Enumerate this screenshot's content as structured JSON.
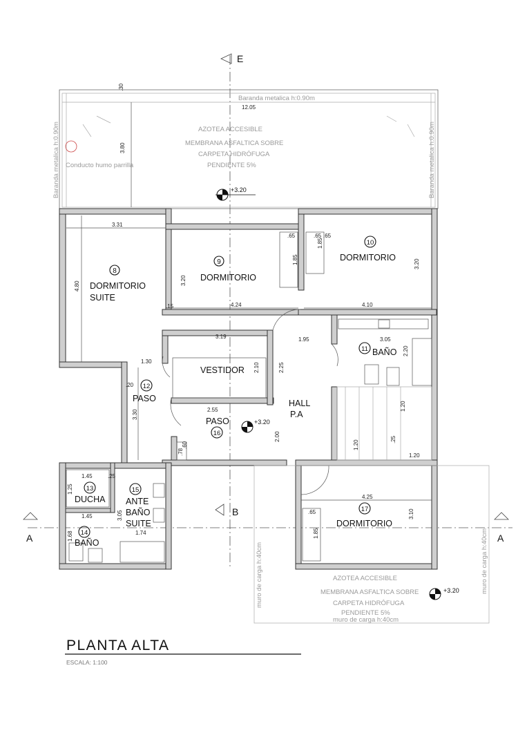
{
  "title": "PLANTA ALTA",
  "scale": "ESCALA: 1:100",
  "section_marks": {
    "a": "A",
    "b": "B",
    "e": "E"
  },
  "level": "+3.20",
  "rooms": [
    {
      "num": "8",
      "name": "DORMITORIO",
      "name2": "SUITE"
    },
    {
      "num": "9",
      "name": "DORMITORIO"
    },
    {
      "num": "10",
      "name": "DORMITORIO"
    },
    {
      "num": "11",
      "name": "BAÑO"
    },
    {
      "num": "12",
      "name": "PASO"
    },
    {
      "num": "13",
      "name": "DUCHA"
    },
    {
      "num": "14",
      "name": "BAÑO"
    },
    {
      "num": "15",
      "name": "ANTE",
      "name2": "BAÑO",
      "name3": "SUITE"
    },
    {
      "num": "16",
      "name": "PASO"
    },
    {
      "num": "17",
      "name": "DORMITORIO"
    }
  ],
  "labels": {
    "vestidor": "VESTIDOR",
    "hall": "HALL",
    "hall2": "P.A"
  },
  "terrace_top": {
    "line1": "AZOTEA ACCESIBLE",
    "line2": "MEMBRANA ASFALTICA SOBRE",
    "line3": "CARPETA HIDRÓFUGA",
    "line4": "PENDIENTE 5%"
  },
  "terrace_bottom": {
    "line1": "AZOTEA ACCESIBLE",
    "line2": "MEMBRANA ASFALTICA SOBRE",
    "line3": "CARPETA HIDRÓFUGA",
    "line4": "PENDIENTE 5%",
    "muro": "muro de carga h:40cm"
  },
  "notes": {
    "baranda_top": "Baranda metalica h:0.90m",
    "baranda_side": "Baranda metalica h:0.90m",
    "conducto": "Conducto humo parrilla"
  },
  "dims": {
    "d1205": "12.05",
    "d380": "3.80",
    "d331": "3.31",
    "d480": "4.80",
    "d320a": "3.20",
    "d424": "4.24",
    "d410": "4.10",
    "d320b": "3.20",
    "d319": "3.19",
    "d210": "2.10",
    "d225": "2.25",
    "d195": "1.95",
    "d305": "3.05",
    "d220": "2.20",
    "d130": "1.30",
    "d330": "3.30",
    "d255": "2.55",
    "d200": "2.00",
    "d120a": "1.20",
    "d120b": "1.20",
    "d120c": "1.20",
    "d25": ".25",
    "d145a": "1.45",
    "d145b": "1.45",
    "d125": "1.25",
    "d168": "1.68",
    "d305b": "3.05",
    "d174": "1.74",
    "d425": "4.25",
    "d310": "3.10",
    "d185a": "1.85",
    "d185b": "1.85",
    "d185c": "1.85",
    "d65a": ".65",
    "d65b": ".65",
    "d65c": ".65",
    "d65d": ".65",
    "d78": ".78",
    "d60": ".60",
    "d15": ".15",
    "d20": ".20",
    "d30": ".30",
    "d25b": ".25"
  }
}
